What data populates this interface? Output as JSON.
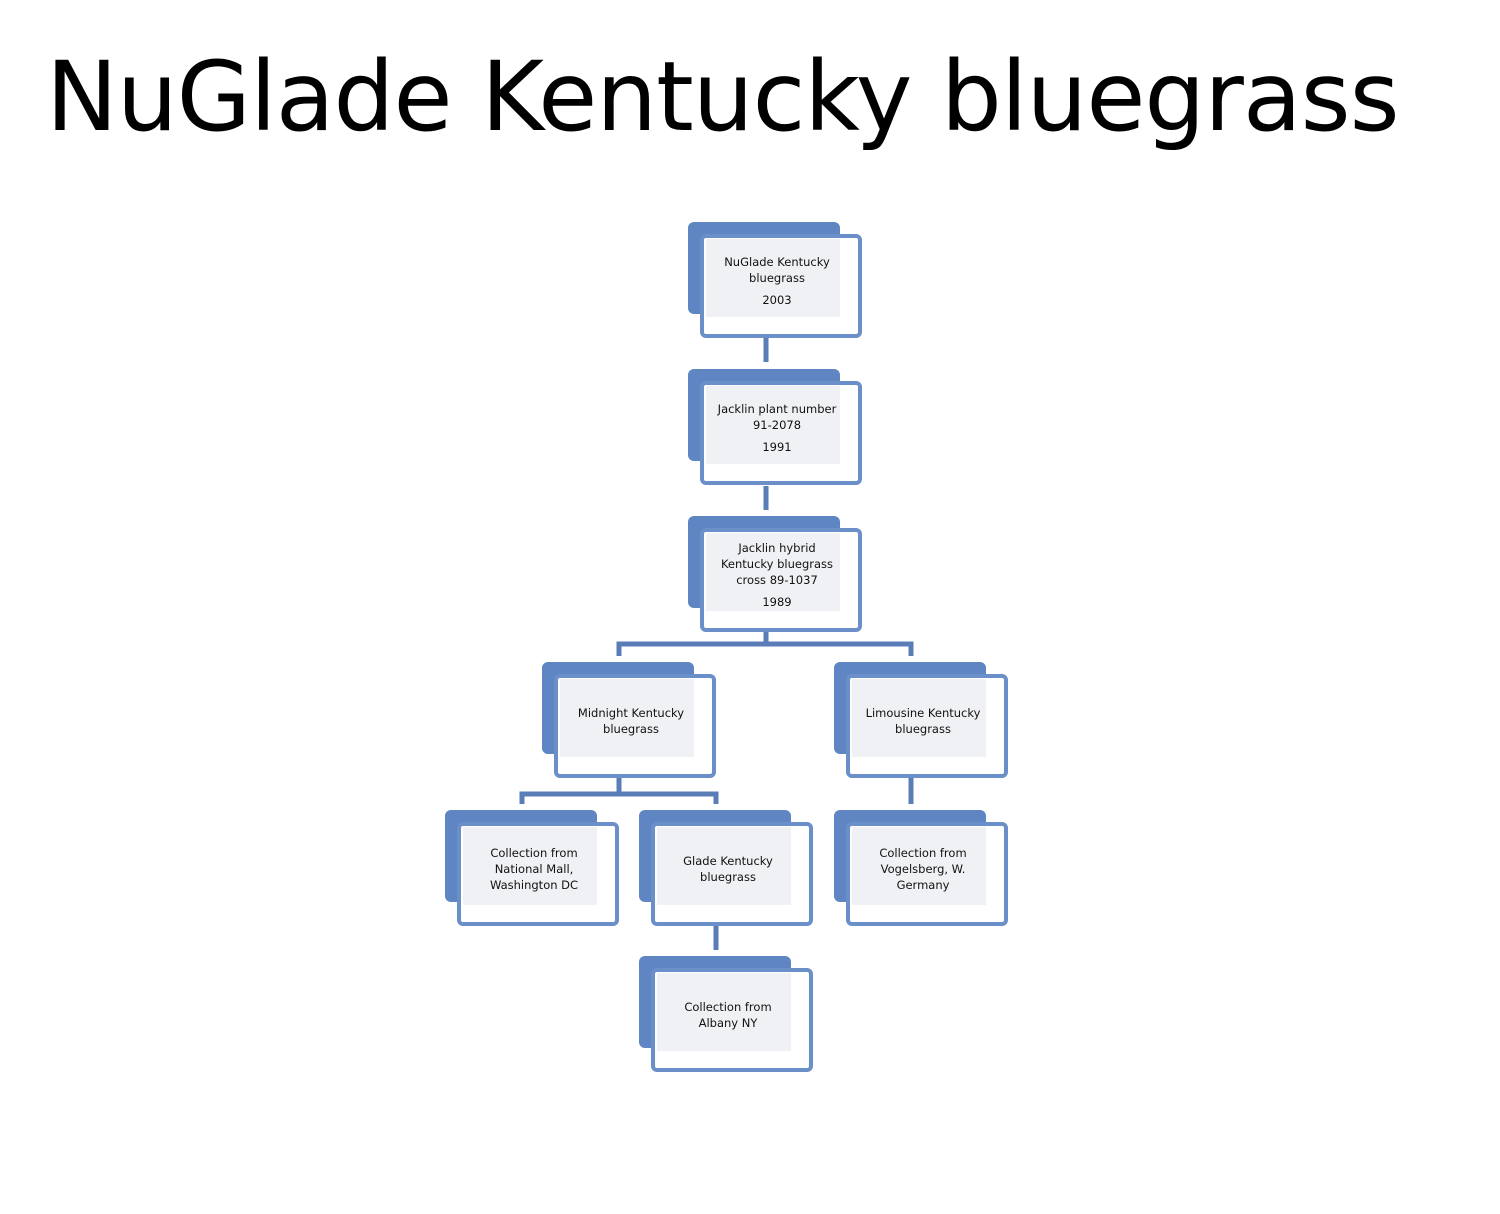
{
  "title": "NuGlade Kentucky bluegrass",
  "colors": {
    "node_fill": "#5f86c3",
    "node_border": "#6b8fc9",
    "connector": "#5a7db8"
  },
  "nodes": {
    "n2003": {
      "label": "NuGlade Kentucky bluegrass",
      "year": "2003"
    },
    "n1991": {
      "label": "Jacklin plant number 91-2078",
      "year": "1991"
    },
    "n1989": {
      "label": "Jacklin hybrid Kentucky bluegrass cross 89-1037",
      "year": "1989"
    },
    "midnight": {
      "label": "Midnight Kentucky bluegrass"
    },
    "limousine": {
      "label": "Limousine Kentucky bluegrass"
    },
    "national_mall": {
      "label": "Collection from National Mall, Washington DC"
    },
    "glade": {
      "label": "Glade Kentucky bluegrass"
    },
    "vogelsberg": {
      "label": "Collection from Vogelsberg, W. Germany"
    },
    "albany": {
      "label": "Collection from Albany NY"
    }
  }
}
